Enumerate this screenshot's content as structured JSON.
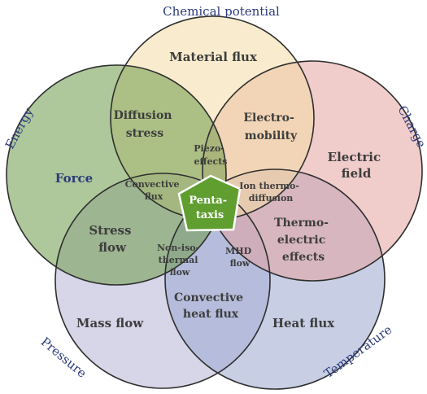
{
  "outer_labels": {
    "top": "Chemical potential",
    "left": "Energy",
    "right": "Charge",
    "bottom_left": "Pressure",
    "bottom_right": "Temperature"
  },
  "circles": {
    "material_flux": "Material flux",
    "force": "Force",
    "electric_field": "Electric field",
    "mass_flow": "Mass flow",
    "heat_flux": "Heat flux"
  },
  "overlaps": {
    "diffusion_stress": "Diffusion stress",
    "electromobility": "Electro- mobility",
    "piezo_effects": "Piezo- effects",
    "convective_flux": "Convective flux",
    "ion_thermodiffusion": "Ion thermo- diffusion",
    "stress_flow": "Stress flow",
    "thermoelectric_effects": "Thermo- electric effects",
    "non_isothermal_flow": "Non-iso- thermal flow",
    "mhd_flow": "MHD flow",
    "convective_heat_flux": "Convective heat flux"
  },
  "center": "Penta- taxis",
  "colors": {
    "material_flux": "#f5e3b6",
    "force": "#7da65b",
    "electric_field": "#e7b0ad",
    "mass_flow": "#c9c7de",
    "heat_flux": "#b2bcd9",
    "center_fill": "#5f9e2f",
    "outline": "#2e2e2e",
    "outer_text": "#2b3a7a"
  }
}
